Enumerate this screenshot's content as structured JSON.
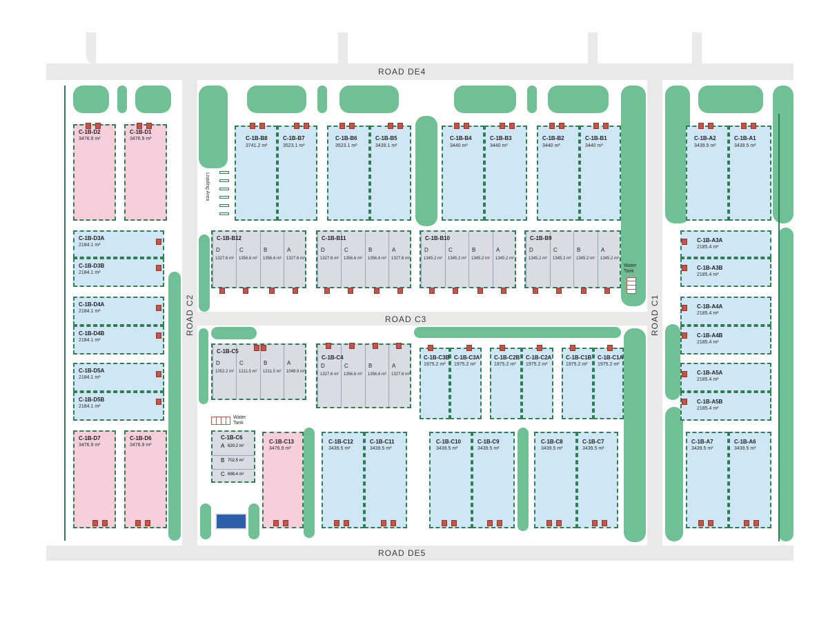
{
  "roads": {
    "de4": "ROAD DE4",
    "de5": "ROAD DE5",
    "c1": "ROAD C1",
    "c2": "ROAD C2",
    "c3": "ROAD C3"
  },
  "labels": {
    "loading_area": "Loading Area",
    "water_tank_1": "Water Tank",
    "water_tank_2": "Water Tank"
  },
  "colors": {
    "road": "#e9e9e7",
    "green": "#6fc195",
    "pink_lot": "#f6cfda",
    "blue_lot": "#cfe6f5",
    "grey_lot": "#d9dde3",
    "boundary": "#2f7d55"
  },
  "lots": {
    "d2": {
      "name": "C-1B-D2",
      "area": "3476.9 m²"
    },
    "d1": {
      "name": "C-1B-D1",
      "area": "3476.9 m²"
    },
    "d3a": {
      "name": "C-1B-D3A",
      "area": "2184.1 m²"
    },
    "d3b": {
      "name": "C-1B-D3B",
      "area": "2184.1 m²"
    },
    "d4a": {
      "name": "C-1B-D4A",
      "area": "2184.1 m²"
    },
    "d4b": {
      "name": "C-1B-D4B",
      "area": "2184.1 m²"
    },
    "d5a": {
      "name": "C-1B-D5A",
      "area": "2184.1 m²"
    },
    "d5b": {
      "name": "C-1B-D5B",
      "area": "2184.1 m²"
    },
    "d7": {
      "name": "C-1B-D7",
      "area": "3476.9 m²"
    },
    "d6": {
      "name": "C-1B-D6",
      "area": "3476.9 m²"
    },
    "b8": {
      "name": "C-1B-B8",
      "area": "3741.2 m²"
    },
    "b7": {
      "name": "C-1B-B7",
      "area": "3523.1 m²"
    },
    "b6": {
      "name": "C-1B-B6",
      "area": "3523.1 m²"
    },
    "b5": {
      "name": "C-1B-B5",
      "area": "3439.1 m²"
    },
    "b4": {
      "name": "C-1B-B4",
      "area": "3440 m²"
    },
    "b3": {
      "name": "C-1B-B3",
      "area": "3440 m²"
    },
    "b2": {
      "name": "C-1B-B2",
      "area": "3440 m²"
    },
    "b1": {
      "name": "C-1B-B1",
      "area": "3440 m²"
    },
    "a2": {
      "name": "C-1B-A2",
      "area": "3439.5 m²"
    },
    "a1": {
      "name": "C-1B-A1",
      "area": "3439.5 m²"
    },
    "a3a": {
      "name": "C-1B-A3A",
      "area": "2185.4 m²"
    },
    "a3b": {
      "name": "C-1B-A3B",
      "area": "2185.4 m²"
    },
    "a4a": {
      "name": "C-1B-A4A",
      "area": "2185.4 m²"
    },
    "a4b": {
      "name": "C-1B-A4B",
      "area": "2185.4 m²"
    },
    "a5a": {
      "name": "C-1B-A5A",
      "area": "2185.4 m²"
    },
    "a5b": {
      "name": "C-1B-A5B",
      "area": "2185.4 m²"
    },
    "a7": {
      "name": "C-1B-A7",
      "area": "3439.5 m²"
    },
    "a6": {
      "name": "C-1B-A6",
      "area": "3439.5 m²"
    },
    "c3b": {
      "name": "C-1B-C3B",
      "area": "1975.2 m²"
    },
    "c3a": {
      "name": "C-1B-C3A",
      "area": "1975.2 m²"
    },
    "c2b": {
      "name": "C-1B-C2B",
      "area": "1975.2 m²"
    },
    "c2a": {
      "name": "C-1B-C2A",
      "area": "1975.2 m²"
    },
    "c1b": {
      "name": "C-1B-C1B",
      "area": "1975.2 m²"
    },
    "c1a": {
      "name": "C-1B-C1A",
      "area": "1975.2 m²"
    },
    "c13": {
      "name": "C-1B-C13",
      "area": "3476.9 m²"
    },
    "c12": {
      "name": "C-1B-C12",
      "area": "3439.5 m²"
    },
    "c11": {
      "name": "C-1B-C11",
      "area": "3439.5 m²"
    },
    "c10": {
      "name": "C-1B-C10",
      "area": "3439.5 m²"
    },
    "c9": {
      "name": "C-1B-C9",
      "area": "3439.5 m²"
    },
    "c8": {
      "name": "C-1B-C8",
      "area": "3439.5 m²"
    },
    "c7": {
      "name": "C-1B-C7",
      "area": "3439.5 m²"
    }
  },
  "multi": {
    "b12": {
      "name": "C-1B-B12",
      "units": [
        {
          "letter": "D",
          "area": "1327.6 m²"
        },
        {
          "letter": "C",
          "area": "1356.6 m²"
        },
        {
          "letter": "B",
          "area": "1356.6 m²"
        },
        {
          "letter": "A",
          "area": "1327.6 m²"
        }
      ]
    },
    "b11": {
      "name": "C-1B-B11",
      "units": [
        {
          "letter": "D",
          "area": "1327.6 m²"
        },
        {
          "letter": "C",
          "area": "1356.6 m²"
        },
        {
          "letter": "B",
          "area": "1356.6 m²"
        },
        {
          "letter": "A",
          "area": "1327.6 m²"
        }
      ]
    },
    "b10": {
      "name": "C-1B-B10",
      "units": [
        {
          "letter": "D",
          "area": "1345.2 m²"
        },
        {
          "letter": "C",
          "area": "1345.2 m²"
        },
        {
          "letter": "B",
          "area": "1345.2 m²"
        },
        {
          "letter": "A",
          "area": "1345.2 m²"
        }
      ]
    },
    "b9": {
      "name": "C-1B-B9",
      "units": [
        {
          "letter": "D",
          "area": "1345.2 m²"
        },
        {
          "letter": "C",
          "area": "1345.2 m²"
        },
        {
          "letter": "B",
          "area": "1345.2 m²"
        },
        {
          "letter": "A",
          "area": "1345.2 m²"
        }
      ]
    },
    "c5": {
      "name": "C-1B-C5",
      "units": [
        {
          "letter": "D",
          "area": "1052.2 m²"
        },
        {
          "letter": "C",
          "area": "1211.5 m²"
        },
        {
          "letter": "B",
          "area": "1211.5 m²"
        },
        {
          "letter": "A",
          "area": "1049.9 m²"
        }
      ]
    },
    "c4": {
      "name": "C-1B-C4",
      "units": [
        {
          "letter": "D",
          "area": "1327.6 m²"
        },
        {
          "letter": "C",
          "area": "1356.6 m²"
        },
        {
          "letter": "B",
          "area": "1356.6 m²"
        },
        {
          "letter": "A",
          "area": "1327.6 m²"
        }
      ]
    },
    "c6": {
      "name": "C-1B-C6",
      "units": [
        {
          "letter": "A",
          "area": "620.2 m²"
        },
        {
          "letter": "B",
          "area": "702.5 m²"
        },
        {
          "letter": "C",
          "area": "698.4 m²"
        }
      ]
    }
  }
}
